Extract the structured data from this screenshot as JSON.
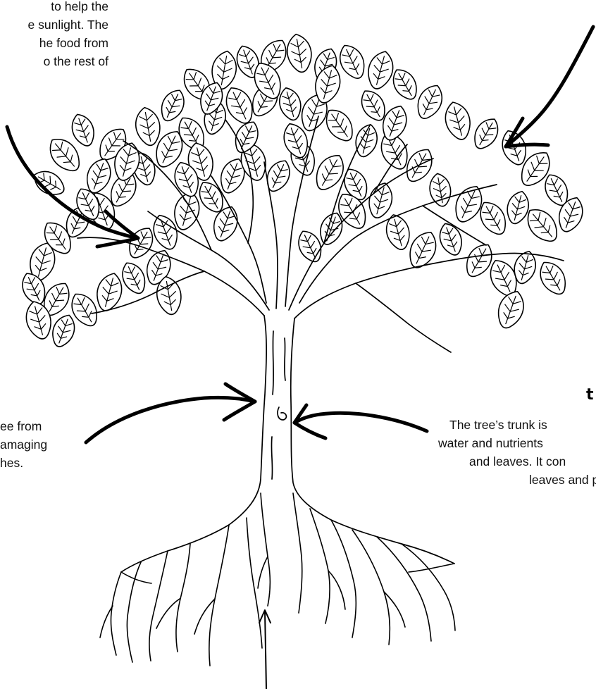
{
  "captions": {
    "leaves_fragment": {
      "lines": [
        "to help the",
        "e sunlight. The",
        "he food from",
        "o the rest of"
      ]
    },
    "bark_fragment": {
      "lines": [
        "ee  from",
        "amaging",
        "hes."
      ]
    },
    "trunk_heading_fragment": "t",
    "trunk_fragment": {
      "lines": [
        "The tree’s trunk is",
        "water and nutrients",
        "and leaves. It con",
        "leaves and p"
      ]
    }
  },
  "colors": {
    "ink": "#000000",
    "text": "#111111",
    "background": "#ffffff"
  },
  "icons": {
    "tree": "tree-drawing",
    "arrows": [
      "arrow-to-leaves-left",
      "arrow-to-leaves-right",
      "arrow-to-bark",
      "arrow-to-trunk",
      "arrow-to-roots"
    ]
  }
}
